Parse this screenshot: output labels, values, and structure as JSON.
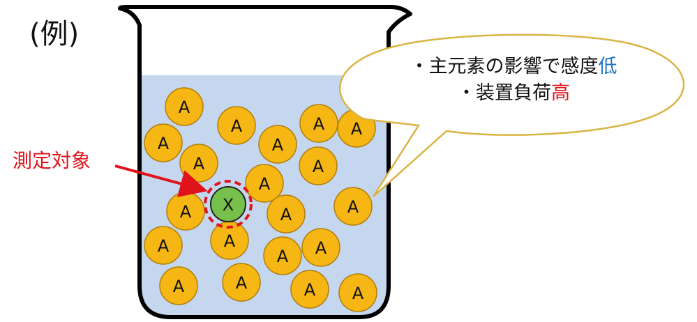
{
  "heading": "(例)",
  "target_label": "測定対象",
  "target_particle_label": "X",
  "particle_label": "A",
  "callout": {
    "line1_prefix": "・主元素の影響で感度",
    "line1_highlight": "低",
    "line2_prefix": "・装置負荷",
    "line2_highlight": "高"
  },
  "colors": {
    "liquid": "#c5d7ee",
    "particle_fill": "#f6b614",
    "particle_stroke": "#b07d0c",
    "target_fill": "#77c04b",
    "target_ring": "#e0131b",
    "arrow": "#e0131b",
    "target_label": "#e0131b",
    "highlight_low": "#1f74c4",
    "highlight_high": "#e0131b",
    "callout_stroke": "#d9b444"
  }
}
